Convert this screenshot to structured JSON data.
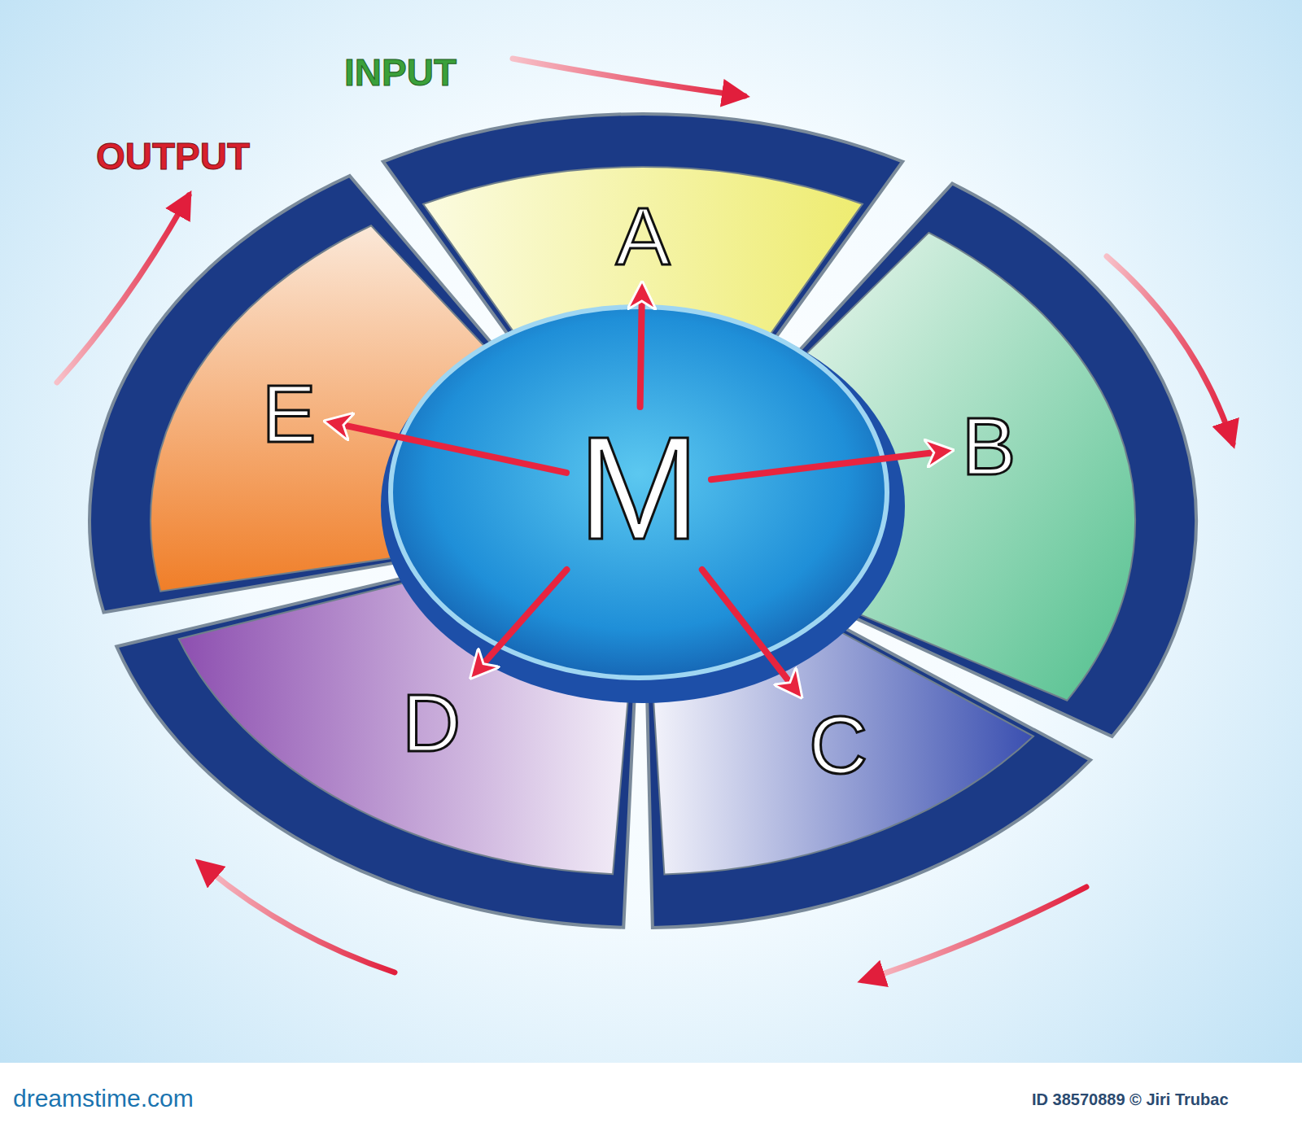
{
  "diagram": {
    "nodes": [
      {
        "text": [
          "M"
        ]
      },
      {
        "text": [
          "A"
        ]
      },
      {
        "text": [
          "B"
        ]
      },
      {
        "text": [
          "C"
        ]
      },
      {
        "text": [
          "D"
        ]
      },
      {
        "text": [
          "E"
        ]
      }
    ],
    "edges": [
      {
        "from": 0,
        "to": 1,
        "arrow": "to"
      },
      {
        "from": 0,
        "to": 2,
        "arrow": "to"
      },
      {
        "from": 0,
        "to": 3,
        "arrow": "to"
      },
      {
        "from": 0,
        "to": 4,
        "arrow": "to"
      },
      {
        "from": 0,
        "to": 5,
        "arrow": "to"
      }
    ],
    "labels": [
      "INPUT",
      "OUTPUT",
      "dreamstime.com",
      "ID 38570889 © Jiri Trubac"
    ]
  }
}
